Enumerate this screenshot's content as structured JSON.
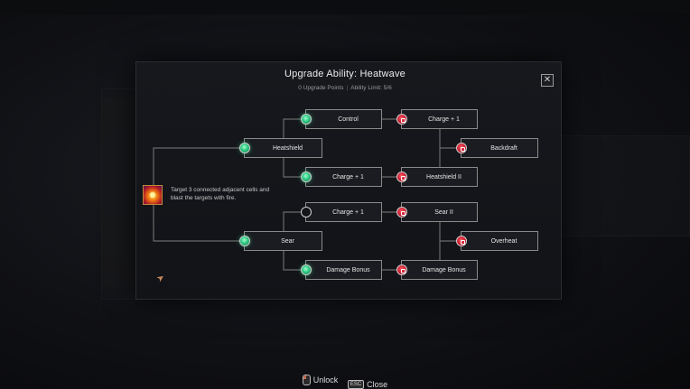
{
  "modal": {
    "title": "Upgrade Ability: Heatwave",
    "upgrade_points": "0 Upgrade Points",
    "ability_limit": "Ability Limit: 5/6",
    "close_glyph": "✕"
  },
  "ability": {
    "icon": "fire-burst-icon",
    "description": "Target 3 connected adjacent cells and blast the targets with fire."
  },
  "nodes": {
    "heatshield": {
      "label": "Heatshield",
      "state": "available"
    },
    "control": {
      "label": "Control",
      "state": "available"
    },
    "charge_top": {
      "label": "Charge + 1",
      "state": "available"
    },
    "charge_r1": {
      "label": "Charge + 1",
      "state": "locked"
    },
    "backdraft": {
      "label": "Backdraft",
      "state": "locked"
    },
    "heatshield_ii": {
      "label": "Heatshield II",
      "state": "locked"
    },
    "sear": {
      "label": "Sear",
      "state": "available"
    },
    "charge_bottom": {
      "label": "Charge + 1",
      "state": "empty"
    },
    "sear_ii": {
      "label": "Sear II",
      "state": "locked"
    },
    "overheat": {
      "label": "Overheat",
      "state": "locked"
    },
    "damage_bonus_l": {
      "label": "Damage Bonus",
      "state": "available"
    },
    "damage_bonus_r": {
      "label": "Damage Bonus",
      "state": "locked"
    }
  },
  "controls": {
    "unlock_label": "Unlock",
    "esc_key": "ESC",
    "close_label": "Close"
  },
  "colors": {
    "available": "#2fc982",
    "locked": "#c2162a",
    "border": "#8a8a8a"
  }
}
